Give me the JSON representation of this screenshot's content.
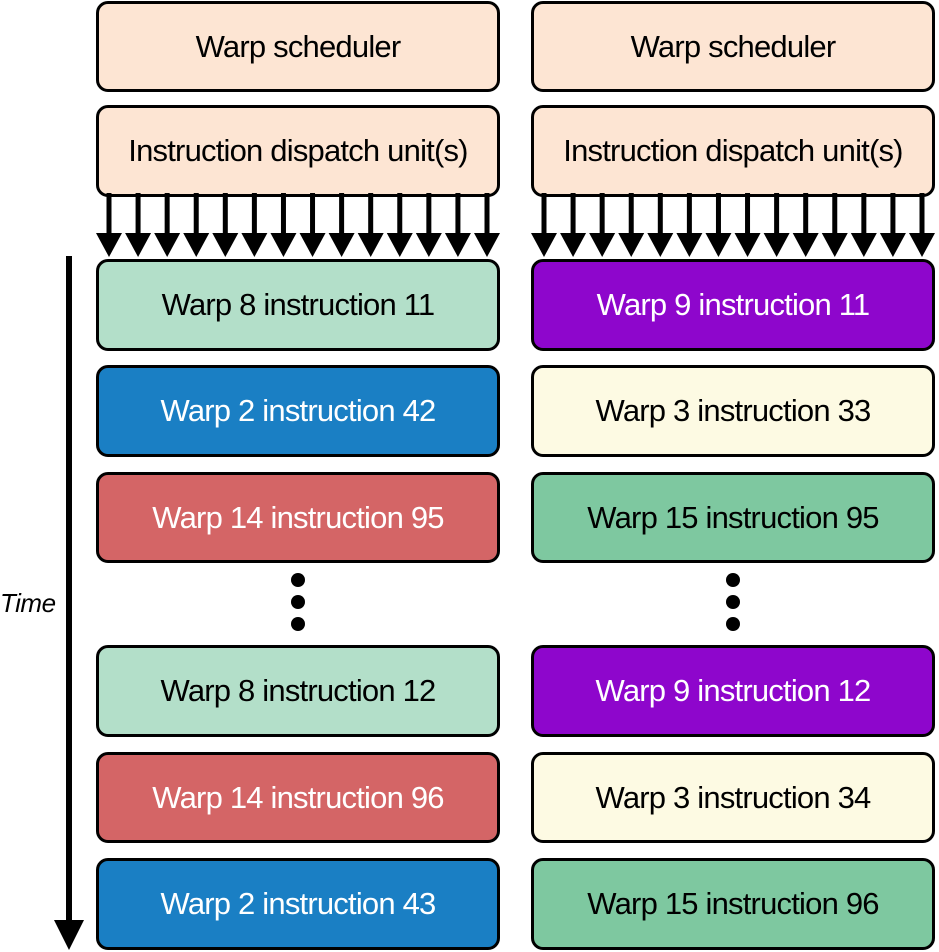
{
  "scheduler": {
    "left": {
      "title": "Warp scheduler",
      "dispatch": "Instruction dispatch unit(s)"
    },
    "right": {
      "title": "Warp scheduler",
      "dispatch": "Instruction dispatch unit(s)"
    }
  },
  "left_instructions": [
    {
      "label": "Warp 8 instruction 11",
      "color": "#b3dfc9",
      "text_color": "#000000"
    },
    {
      "label": "Warp 2 instruction 42",
      "color": "#1a7fc4",
      "text_color": "#ffffff"
    },
    {
      "label": "Warp 14 instruction 95",
      "color": "#d46566",
      "text_color": "#ffffff"
    },
    {
      "label": "Warp 8 instruction 12",
      "color": "#b3dfc9",
      "text_color": "#000000"
    },
    {
      "label": "Warp 14 instruction 96",
      "color": "#d46566",
      "text_color": "#ffffff"
    },
    {
      "label": "Warp 2 instruction 43",
      "color": "#1a7fc4",
      "text_color": "#ffffff"
    }
  ],
  "right_instructions": [
    {
      "label": "Warp 9 instruction 11",
      "color": "#8e06cc",
      "text_color": "#ffffff"
    },
    {
      "label": "Warp 3 instruction 33",
      "color": "#fdfae3",
      "text_color": "#000000"
    },
    {
      "label": "Warp 15 instruction 95",
      "color": "#7ec8a0",
      "text_color": "#000000"
    },
    {
      "label": "Warp 9 instruction 12",
      "color": "#8e06cc",
      "text_color": "#ffffff"
    },
    {
      "label": "Warp 3 instruction 34",
      "color": "#fdfae3",
      "text_color": "#000000"
    },
    {
      "label": "Warp 15 instruction 96",
      "color": "#7ec8a0",
      "text_color": "#000000"
    }
  ],
  "header_color": "#fde5d3",
  "time_label": "Time",
  "dispatch_arrow_count": 14
}
